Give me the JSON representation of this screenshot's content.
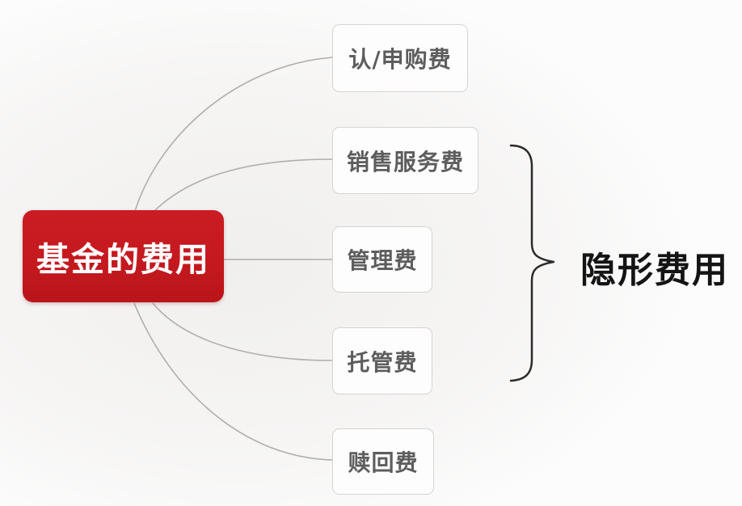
{
  "diagram": {
    "root": {
      "label": "基金的费用"
    },
    "children": [
      {
        "name": "subscription-purchase-fee",
        "label": "认/申购费"
      },
      {
        "name": "sales-service-fee",
        "label": "销售服务费"
      },
      {
        "name": "management-fee",
        "label": "管理费"
      },
      {
        "name": "custody-fee",
        "label": "托管费"
      },
      {
        "name": "redemption-fee",
        "label": "赎回费"
      }
    ],
    "group": {
      "label": "隐形费用",
      "members": [
        "销售服务费",
        "管理费",
        "托管费"
      ]
    },
    "colors": {
      "root_bg": "#c4191f",
      "root_text": "#ffffff",
      "node_bg": "#fdfdfd",
      "node_border": "#d6d4d1",
      "node_text": "#5d5d5d",
      "connector": "#b1aeaa",
      "brace": "#2b2b2b",
      "group_text": "#141414",
      "background": "#f0efed"
    }
  }
}
